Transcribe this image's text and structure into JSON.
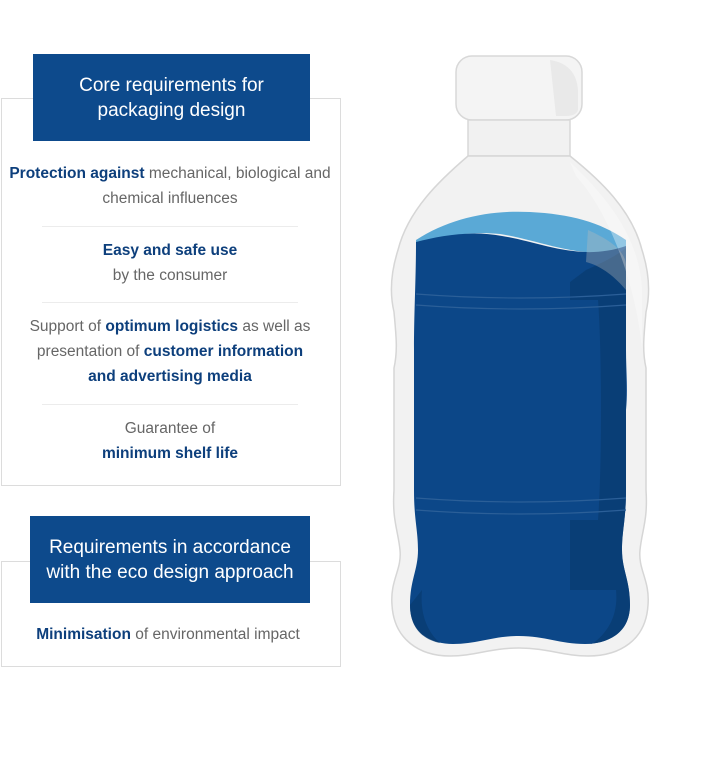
{
  "core": {
    "title": "Core requirements for packaging design",
    "items": [
      {
        "bold": "Protection against",
        "text": " mechanical, biological and chemical influences"
      },
      {
        "bold": "Easy and safe use",
        "text": "by the consumer"
      },
      {
        "pre": "Support of ",
        "bold1": "optimum logistics",
        "mid": " as well as presentation of ",
        "bold2": "customer information and advertising media"
      },
      {
        "pre": "Guarantee of",
        "bold": "minimum shelf life"
      }
    ]
  },
  "eco": {
    "title": "Requirements in accordance with the eco design approach",
    "items": [
      {
        "bold": "Minimisation",
        "text": " of environmental impact"
      }
    ]
  },
  "colors": {
    "header_bg": "#0d4a8c",
    "bold_text": "#0d3f7c",
    "water_dark": "#0c4788",
    "water_light": "#5aa9d6"
  },
  "icons": [
    "water-bottle-icon"
  ]
}
